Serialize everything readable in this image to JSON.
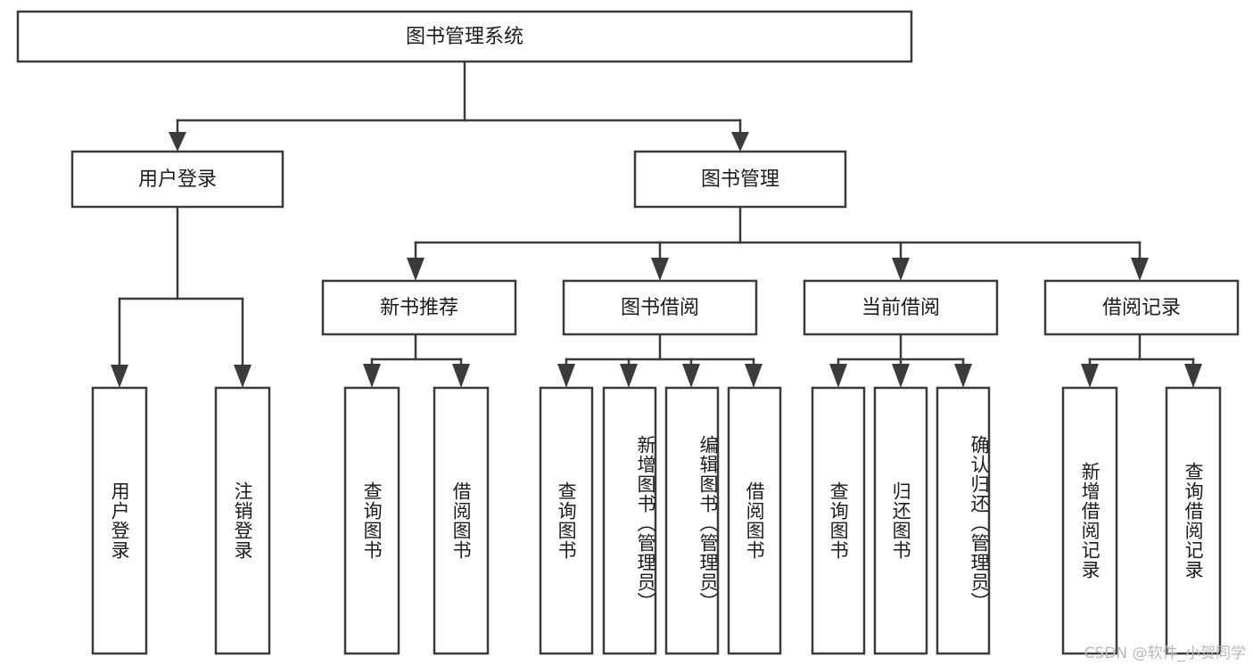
{
  "diagram": {
    "title": "图书管理系统",
    "type": "tree-hierarchy",
    "root": {
      "label": "图书管理系统"
    },
    "level2": [
      {
        "label": "用户登录"
      },
      {
        "label": "图书管理"
      }
    ],
    "level3": [
      {
        "label": "新书推荐"
      },
      {
        "label": "图书借阅"
      },
      {
        "label": "当前借阅"
      },
      {
        "label": "借阅记录"
      }
    ],
    "leaves_user_login": [
      {
        "label": "用户登录"
      },
      {
        "label": "注销登录"
      }
    ],
    "leaves_new_book": [
      {
        "label": "查询图书"
      },
      {
        "label": "借阅图书"
      }
    ],
    "leaves_borrow": [
      {
        "label": "查询图书"
      },
      {
        "label": "新增图书（管理员）"
      },
      {
        "label": "编辑图书（管理员）"
      },
      {
        "label": "借阅图书"
      }
    ],
    "leaves_current": [
      {
        "label": "查询图书"
      },
      {
        "label": "归还图书"
      },
      {
        "label": "确认归还（管理员）"
      }
    ],
    "leaves_records": [
      {
        "label": "新增借阅记录"
      },
      {
        "label": "查询借阅记录"
      }
    ]
  },
  "watermark": "CSDN @软件_小贺同学",
  "colors": {
    "stroke": "#3b3b3b",
    "box_fill": "#ffffff",
    "text": "#1c1c1c",
    "watermark": "#b9b9b9",
    "background": "#ffffff"
  }
}
